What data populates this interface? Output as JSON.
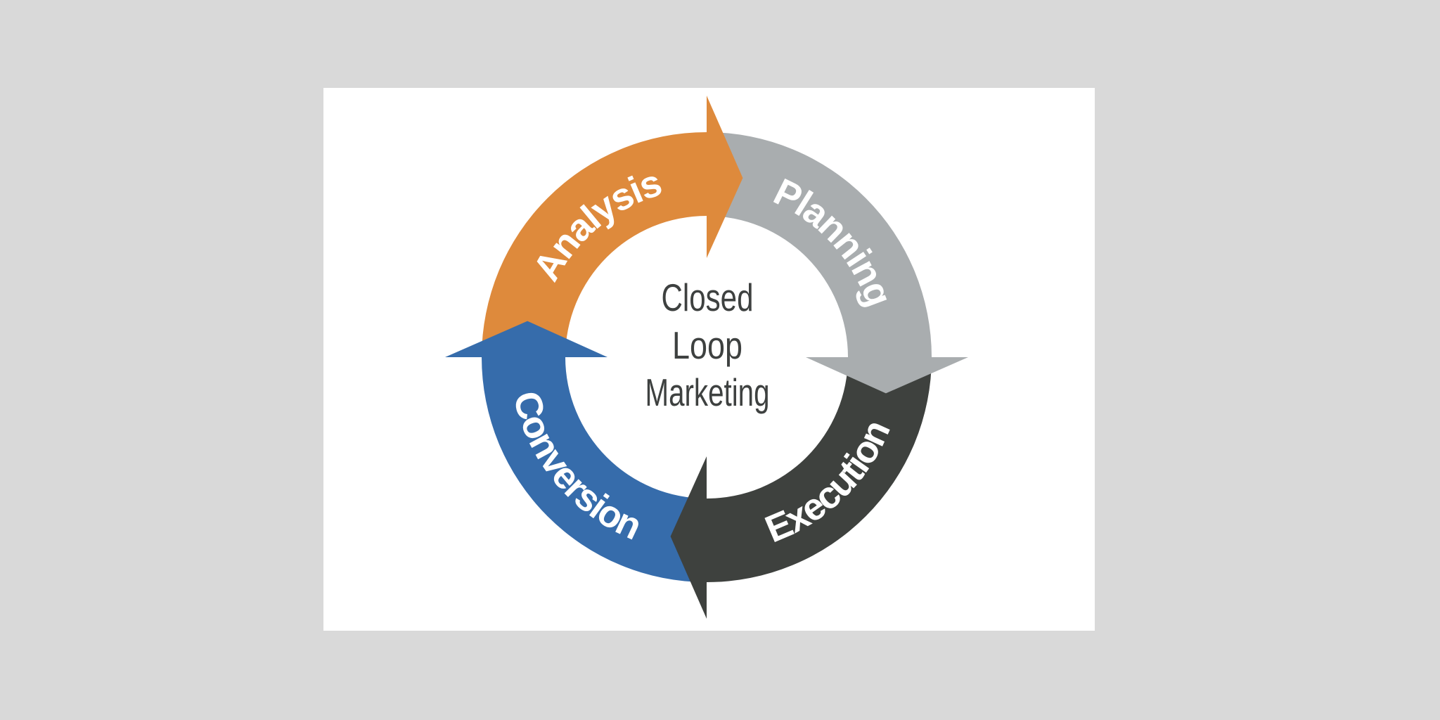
{
  "page": {
    "background_color": "#D9D9D9",
    "card_color": "#FFFFFF"
  },
  "diagram": {
    "type": "cycle-diagram",
    "flow_direction": "clockwise",
    "center_title": {
      "line1": "Closed",
      "line2": "Loop",
      "line3": "Marketing",
      "color": "#3E4140"
    },
    "label_text_color": "#FFFFFF",
    "segments": [
      {
        "label": "Analysis",
        "color": "#DE8A3C",
        "position": "top-left",
        "arrow_points_to": "Planning"
      },
      {
        "label": "Planning",
        "color": "#A9ADAF",
        "position": "top-right",
        "arrow_points_to": "Execution"
      },
      {
        "label": "Execution",
        "color": "#3E413E",
        "position": "bottom-right",
        "arrow_points_to": "Conversion"
      },
      {
        "label": "Conversion",
        "color": "#366CAB",
        "position": "bottom-left",
        "arrow_points_to": "Analysis"
      }
    ]
  }
}
